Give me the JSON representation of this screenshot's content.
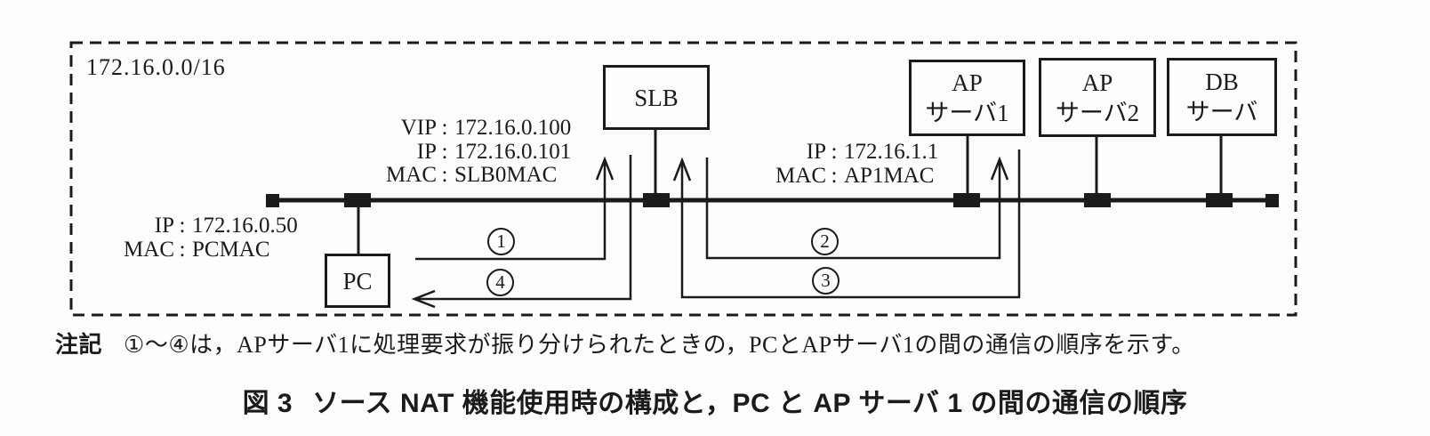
{
  "figure": {
    "subnet": "172.16.0.0/16",
    "separator": ":",
    "devices": {
      "slb": {
        "label": "SLB"
      },
      "pc": {
        "label": "PC"
      },
      "ap1": {
        "line1": "AP",
        "line2": "サーバ1"
      },
      "ap2": {
        "line1": "AP",
        "line2": "サーバ2"
      },
      "db": {
        "line1": "DB",
        "line2": "サーバ"
      }
    },
    "addresses": {
      "slb": {
        "rows": [
          {
            "key": "VIP",
            "value": "172.16.0.100"
          },
          {
            "key": "IP",
            "value": "172.16.0.101"
          },
          {
            "key": "MAC",
            "value": "SLB0MAC"
          }
        ]
      },
      "ap1": {
        "rows": [
          {
            "key": "IP",
            "value": "172.16.1.1"
          },
          {
            "key": "MAC",
            "value": "AP1MAC"
          }
        ]
      },
      "pc": {
        "rows": [
          {
            "key": "IP",
            "value": "172.16.0.50"
          },
          {
            "key": "MAC",
            "value": "PCMAC"
          }
        ]
      }
    },
    "markers": {
      "m1": "1",
      "m2": "2",
      "m3": "3",
      "m4": "4"
    },
    "note": {
      "label": "注記",
      "text": "①～④は，APサーバ1に処理要求が振り分けられたときの，PCとAPサーバ1の間の通信の順序を示す。"
    },
    "caption": {
      "label": "図 3",
      "text": "ソース NAT 機能使用時の構成と，PC と AP サーバ 1 の間の通信の順序"
    }
  }
}
